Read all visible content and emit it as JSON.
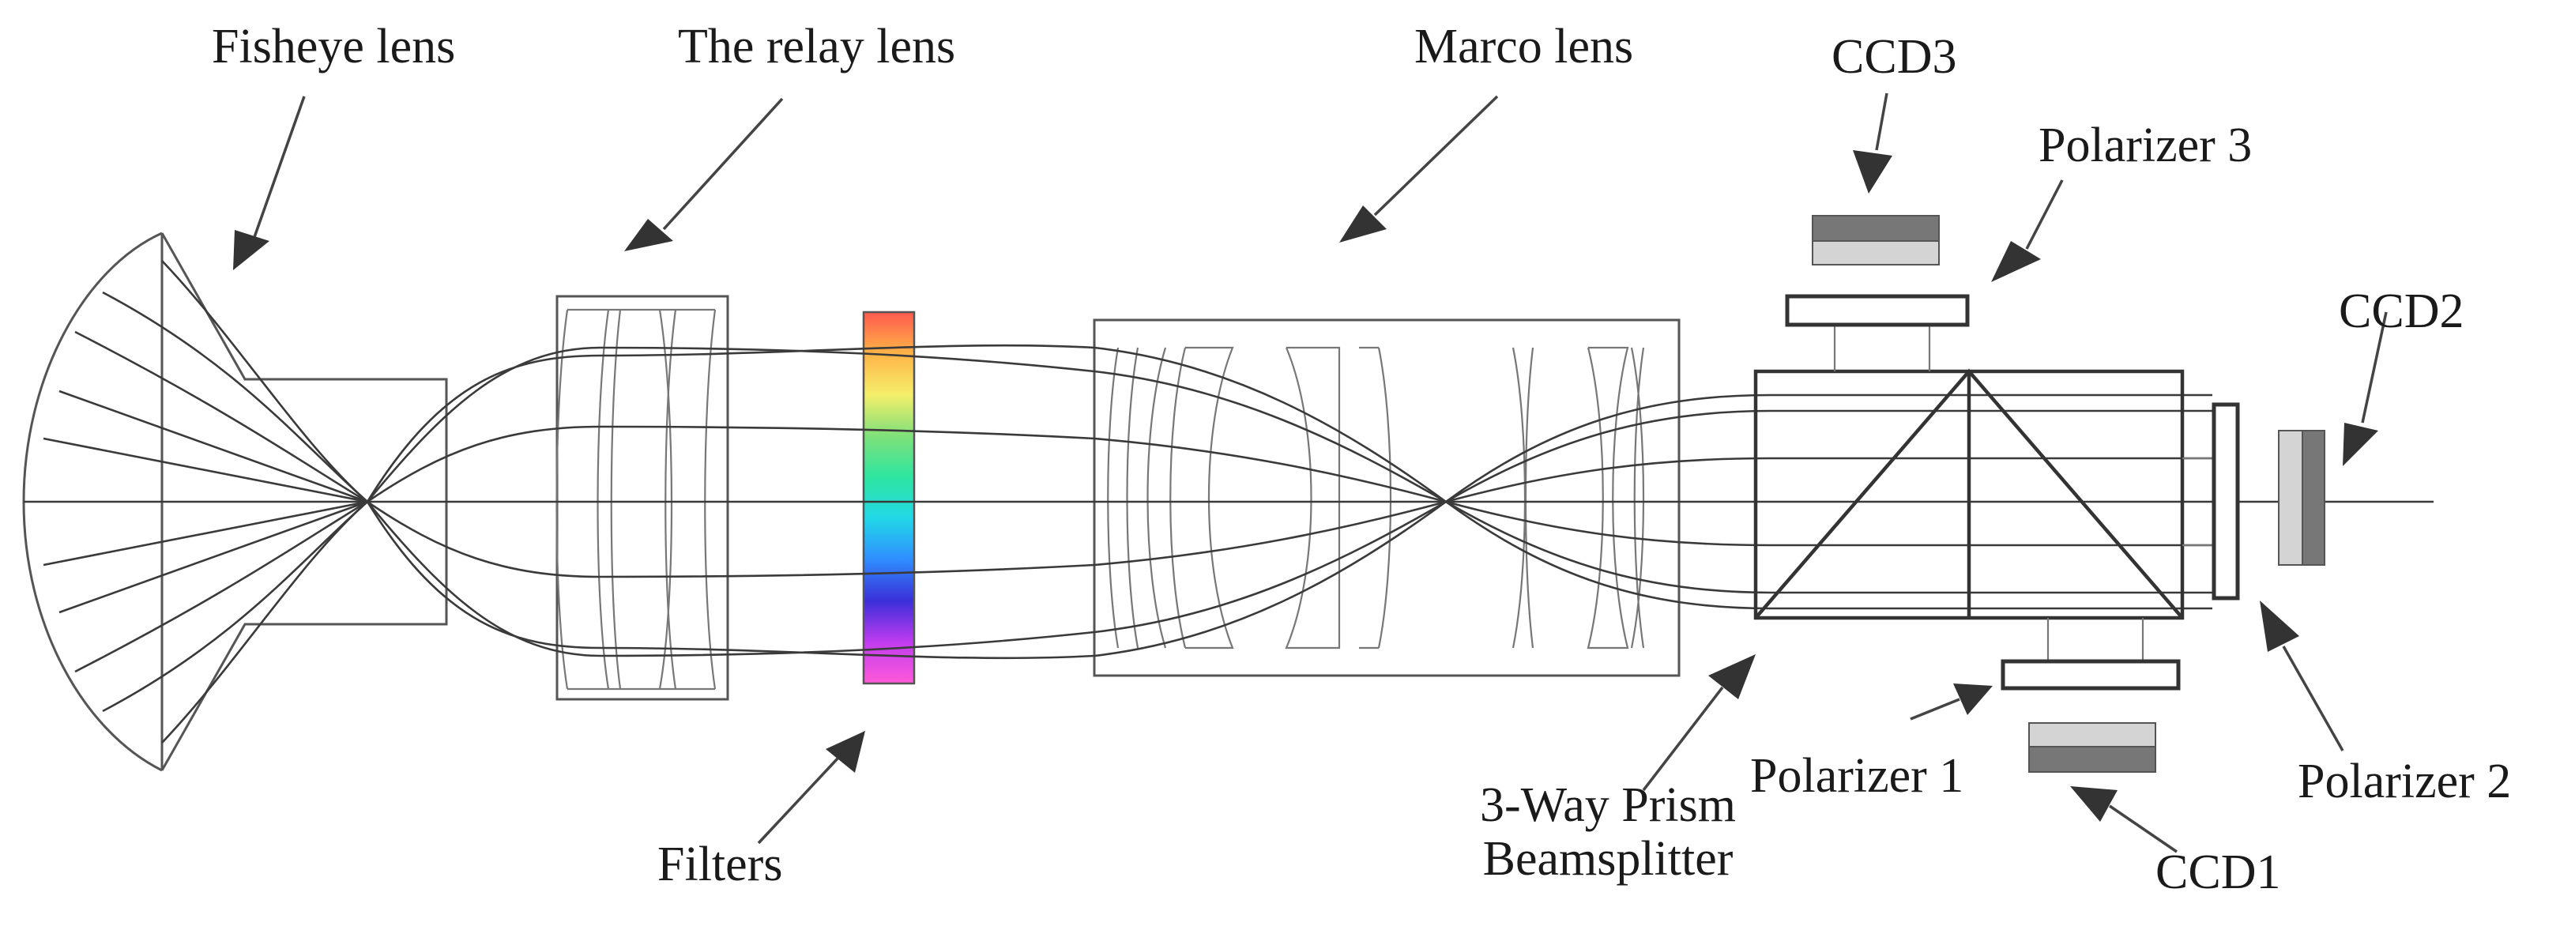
{
  "labels": {
    "fisheye_lens": "Fisheye lens",
    "relay_lens": "The relay lens",
    "macro_lens": "Marco lens",
    "ccd3": "CCD3",
    "polarizer3": "Polarizer 3",
    "ccd2": "CCD2",
    "filters": "Filters",
    "prism_line1": "3-Way Prism",
    "prism_line2": "Beamsplitter",
    "polarizer1": "Polarizer 1",
    "ccd1": "CCD1",
    "polarizer2": "Polarizer 2"
  },
  "colors": {
    "filter_gradient": [
      "#ff5a4e",
      "#ffb347",
      "#f5ef6a",
      "#7fe07a",
      "#2ee6a0",
      "#22d8e8",
      "#2f8dff",
      "#3a2fd8",
      "#c13cf0",
      "#ff5ad8"
    ],
    "ccd_dark": "#777777",
    "ccd_light": "#d4d4d4"
  }
}
